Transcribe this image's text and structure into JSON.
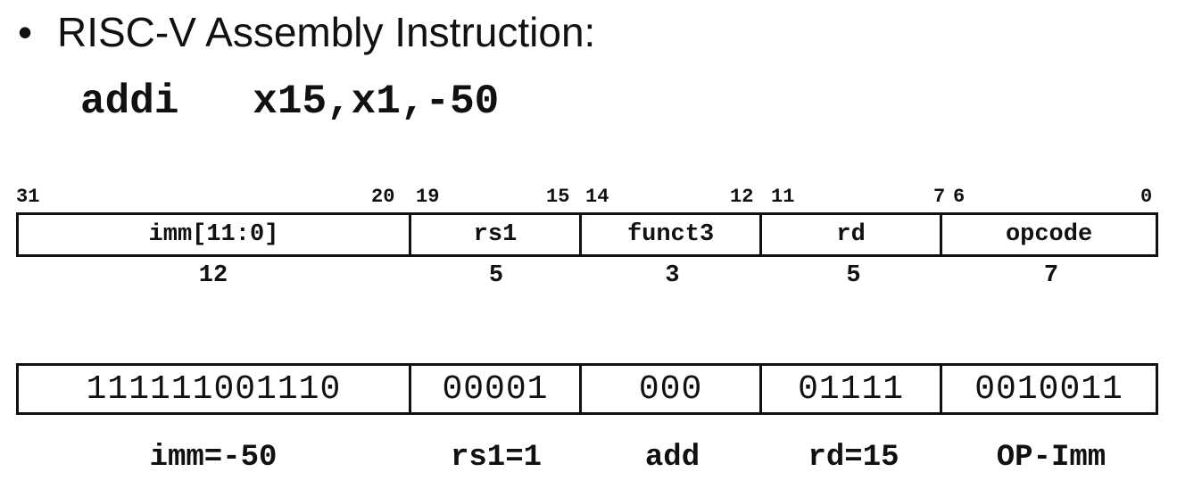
{
  "bullet": "•",
  "heading": "RISC-V Assembly Instruction:",
  "instruction": "addi   x15,x1,-50",
  "bit_positions": [
    "31",
    "20",
    "19",
    "15",
    "14",
    "12",
    "11",
    "7",
    "6",
    "0"
  ],
  "fields": [
    {
      "name": "imm[11:0]",
      "width": "12",
      "bits": "111111001110",
      "meaning": "imm=-50"
    },
    {
      "name": "rs1",
      "width": "5",
      "bits": "00001",
      "meaning": "rs1=1"
    },
    {
      "name": "funct3",
      "width": "3",
      "bits": "000",
      "meaning": "add"
    },
    {
      "name": "rd",
      "width": "5",
      "bits": "01111",
      "meaning": "rd=15"
    },
    {
      "name": "opcode",
      "width": "7",
      "bits": "0010011",
      "meaning": "OP-Imm"
    }
  ]
}
